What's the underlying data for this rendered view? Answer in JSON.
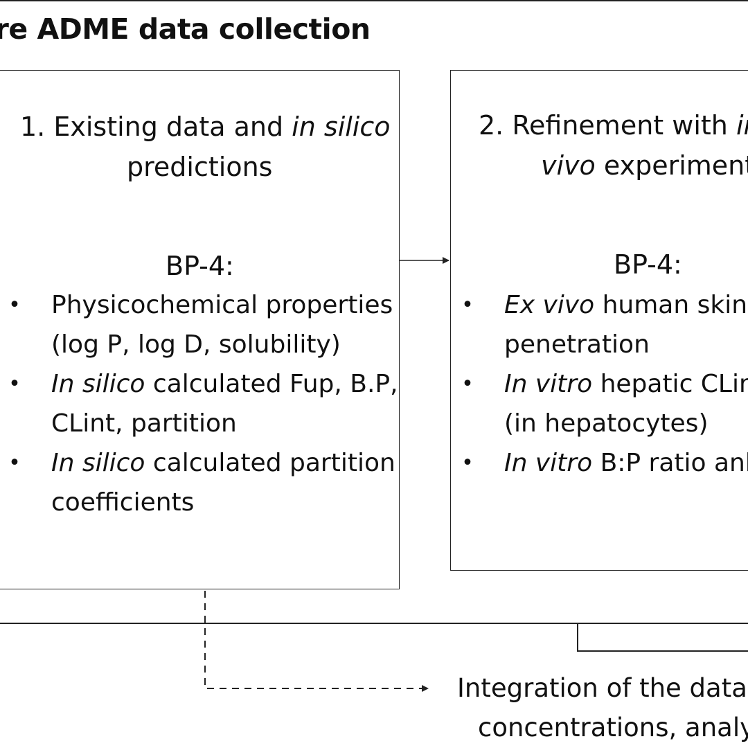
{
  "title": "ore ADME data collection",
  "box1": {
    "heading_line1_prefix": "1. Existing data and ",
    "heading_line1_em": "in silico",
    "heading_line2": "predictions",
    "bp_label": "BP-4:",
    "items": [
      {
        "em": "",
        "text": "Physicochemical properties",
        "cont": "(log P, log D, solubility)"
      },
      {
        "em": "In silico",
        "text": " calculated Fup, B.P,",
        "cont": "CLint, partition"
      },
      {
        "em": "In silico",
        "text": " calculated partition",
        "cont": "coefficients"
      }
    ]
  },
  "box2": {
    "heading_line1_prefix": "2. Refinement with ",
    "heading_line1_em": "in",
    "heading_line2_em": "vivo",
    "heading_line2_rest": " experiment",
    "bp_label": "BP-4:",
    "items": [
      {
        "em": "Ex vivo",
        "text": " human skin",
        "cont": "penetration"
      },
      {
        "em": "In vitro",
        "text": " hepatic CLin",
        "cont": "(in hepatocytes)"
      },
      {
        "em": "In vitro",
        "text": " B:P ratio anb",
        "cont": ""
      }
    ]
  },
  "integration": {
    "line1": "Integration of the data",
    "line2": "concentrations, analy"
  },
  "colors": {
    "stroke": "#222222",
    "text": "#111111",
    "background": "#ffffff"
  }
}
